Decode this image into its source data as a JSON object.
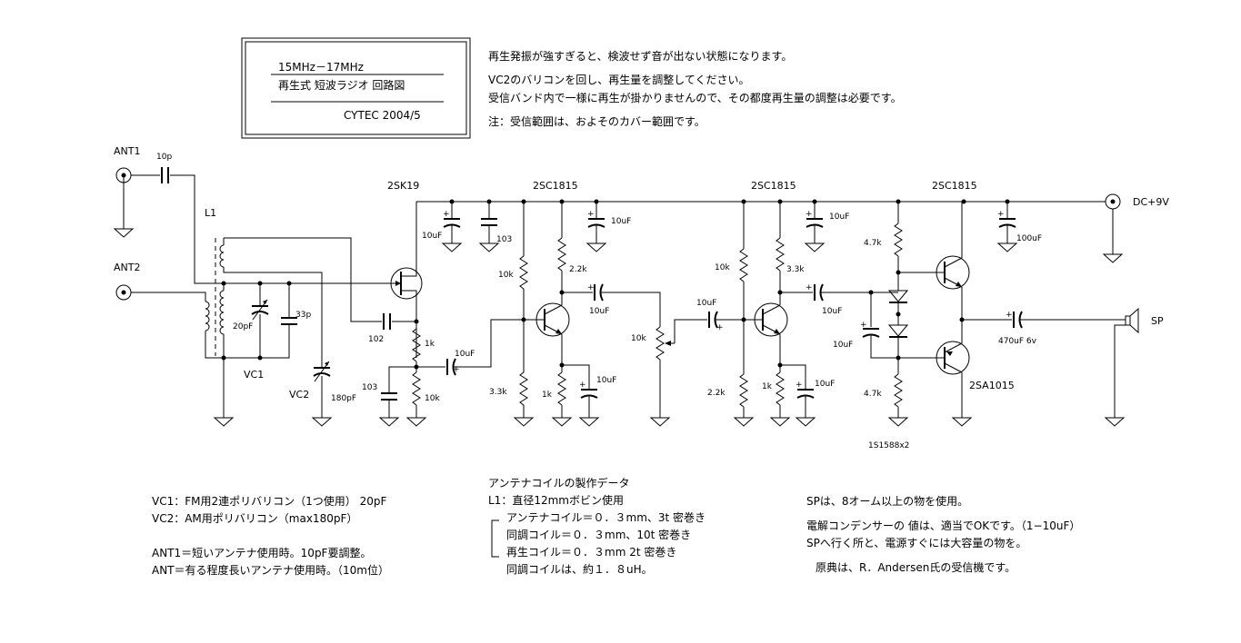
{
  "title_box": {
    "line1": "15MHz－17MHz",
    "line2": "再生式  短波ラジオ  回路図",
    "line3": "CYTEC  2004/5"
  },
  "top_notes": [
    "再生発振が強すぎると、検波せず音が出ない状態になります。",
    "VC2のバリコンを回し、再生量を調整してください。",
    "受信バンド内で一様に再生が掛かりませんので、その都度再生量の調整は必要です。",
    "注：受信範囲は、およそのカバー範囲です。"
  ],
  "labels": {
    "ant1": "ANT1",
    "ant2": "ANT2",
    "c_10p": "10p",
    "l1": "L1",
    "vc1_cap": "20pF",
    "c_33p": "33p",
    "vc1": "VC1",
    "vc2": "VC2",
    "c_102": "102",
    "c_103a": "103",
    "c_180pf": "180pF",
    "q1": "2SK19",
    "c_10uf_1": "10uF",
    "c_103b": "103",
    "r_1k_1": "1k",
    "c_10uf_2": "10uF",
    "r_10k_1": "10k",
    "q2": "2SC1815",
    "c_10uf_3": "10uF",
    "r_10k_2": "10k",
    "r_2_2k_1": "2.2k",
    "c_10uf_4": "10uF",
    "r_3_3k_1": "3.3k",
    "r_1k_2": "1k",
    "c_10uf_5": "10uF",
    "vr_10k": "10k",
    "c_10uf_6": "10uF",
    "q3": "2SC1815",
    "r_10k_3": "10k",
    "r_3_3k_2": "3.3k",
    "c_10uf_7": "10uF",
    "c_10uf_8": "10uF",
    "r_2_2k_2": "2.2k",
    "r_1k_3": "1k",
    "c_10uf_9": "10uF",
    "q4": "2SC1815",
    "r_4_7k_1": "4.7k",
    "c_10uf_10": "10uF",
    "r_4_7k_2": "4.7k",
    "diodes": "1S1588x2",
    "q5": "2SA1015",
    "c_100uf": "100uF",
    "dc": "DC+9V",
    "c_470uf": "470uF 6v",
    "sp": "SP"
  },
  "bottom_left_notes": [
    "VC1：FM用2連ポリバリコン（1つ使用）  20pF",
    "VC2：AM用ポリバリコン（max180pF）",
    "",
    "ANT1＝短いアンテナ使用時。10pF要調整。",
    "ANT＝有る程度長いアンテナ使用時。（10m位）"
  ],
  "coil_notes": {
    "heading": "アンテナコイルの製作データ",
    "bobbin": "L1：直径12mmボビン使用",
    "items": [
      "アンテナコイル＝０．３mm、3t 密巻き",
      "同調コイル＝０．３mm、10t  密巻き",
      "再生コイル＝０．３mm   2t   密巻き"
    ],
    "inductance": "同調コイルは、約１．８uH。"
  },
  "bottom_right_notes": [
    "SPは、8オーム以上の物を使用。",
    "電解コンデンサーの 値は、適当でOKです。（1−10uF）",
    "SPへ行く所と、電源すぐには大容量の物を。",
    "",
    "原典は、R．Andersen氏の受信機です。"
  ]
}
